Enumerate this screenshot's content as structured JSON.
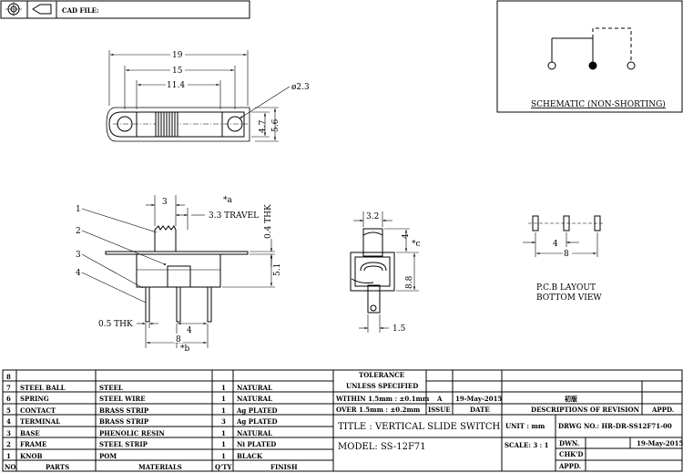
{
  "header": {
    "cad_file": "CAD FILE:"
  },
  "schematic": {
    "label": "SCHEMATIC (NON-SHORTING)"
  },
  "top_view": {
    "dim_19": "19",
    "dim_15": "15",
    "dim_11_4": "11.4",
    "dim_hole": "ø2.3",
    "dim_4_7": "4.7",
    "dim_5_6": "5.6"
  },
  "side_view": {
    "callouts": [
      "1",
      "2",
      "3",
      "4"
    ],
    "dim_3": "3",
    "note_a": "*a",
    "travel": "3.3 TRAVEL",
    "dim_0_4": "0.4 THK",
    "dim_5_1": "5.1",
    "dim_0_5": "0.5 THK",
    "dim_4": "4",
    "dim_8": "8",
    "note_b": "*b"
  },
  "end_view": {
    "dim_3_2": "3.2",
    "dim_4": "4",
    "note_c": "*c",
    "dim_8_8": "8.8",
    "dim_1_5": "1.5"
  },
  "pcb": {
    "dim_4": "4",
    "dim_8": "8",
    "label_1": "P.C.B LAYOUT",
    "label_2": "BOTTOM VIEW"
  },
  "bom": {
    "headers": [
      "NO.",
      "PARTS",
      "MATERIALS",
      "Q'TY",
      "FINISH"
    ],
    "rows": [
      {
        "no": "8",
        "part": "",
        "material": "",
        "qty": "",
        "finish": ""
      },
      {
        "no": "7",
        "part": "STEEL BALL",
        "material": "STEEL",
        "qty": "1",
        "finish": "NATURAL"
      },
      {
        "no": "6",
        "part": "SPRING",
        "material": "STEEL WIRE",
        "qty": "1",
        "finish": "NATURAL"
      },
      {
        "no": "5",
        "part": "CONTACT",
        "material": "BRASS STRIP",
        "qty": "1",
        "finish": "Ag PLATED"
      },
      {
        "no": "4",
        "part": "TERMINAL",
        "material": "BRASS STRIP",
        "qty": "3",
        "finish": "Ag PLATED"
      },
      {
        "no": "3",
        "part": "BASE",
        "material": "PHENOLIC RESIN",
        "qty": "1",
        "finish": "NATURAL"
      },
      {
        "no": "2",
        "part": "FRAME",
        "material": "STEEL STRIP",
        "qty": "1",
        "finish": "Ni PLATED"
      },
      {
        "no": "1",
        "part": "KNOB",
        "material": "POM",
        "qty": "1",
        "finish": "BLACK"
      }
    ]
  },
  "title_block": {
    "tolerance": "TOLERANCE",
    "unless": "UNLESS SPECIFIED",
    "within": "WITHIN 1.5mm : ±0.1mm",
    "over": "OVER 1.5mm : ±0.2mm",
    "issue_val": "A",
    "date_val": "19-May-2015",
    "issue_hdr": "ISSUE",
    "date_hdr": "DATE",
    "rev_chinese": "初版",
    "desc_hdr": "DESCRIPTIONS OF REVISION",
    "appd_hdr": "APPD.",
    "title": "TITLE : VERTICAL SLIDE SWITCH",
    "unit": "UNIT : mm",
    "drwg": "DRWG NO.: HR-DR-SS12F71-00",
    "model": "MODEL: SS-12F71",
    "scale": "SCALE: 3 : 1",
    "dwn_label": "DWN.",
    "dwn_date": "19-May-2015",
    "chkd_label": "CHK'D",
    "appd_label": "APPD."
  }
}
